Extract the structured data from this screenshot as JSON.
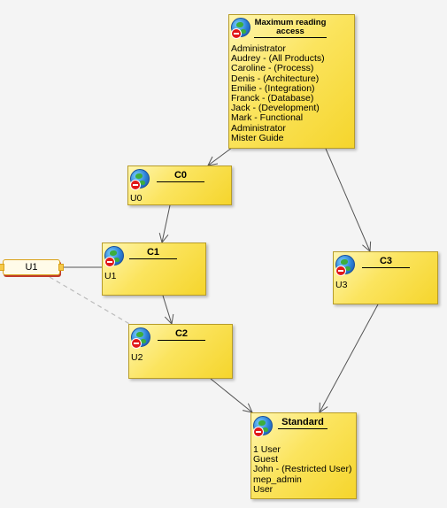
{
  "nodes": {
    "max_access": {
      "title": "Maximum reading access",
      "members": [
        "Administrator",
        "Audrey - (All Products)",
        "Caroline - (Process)",
        "Denis - (Architecture)",
        "Emilie - (Integration)",
        "Franck - (Database)",
        "Jack - (Development)",
        "Mark - Functional Administrator",
        "Mister Guide"
      ]
    },
    "c0": {
      "title": "C0",
      "members": [
        "U0"
      ]
    },
    "c1": {
      "title": "C1",
      "members": [
        "U1"
      ]
    },
    "c2": {
      "title": "C2",
      "members": [
        "U2"
      ]
    },
    "c3": {
      "title": "C3",
      "members": [
        "U3"
      ]
    },
    "standard": {
      "title": "Standard",
      "members": [
        "1 User",
        "Guest",
        "John - (Restricted User)",
        "mep_admin",
        "User"
      ]
    }
  },
  "user_tag": {
    "label": "U1"
  },
  "edges": [
    {
      "from": "max_access",
      "to": "c0",
      "style": "arrow"
    },
    {
      "from": "max_access",
      "to": "c3",
      "style": "arrow"
    },
    {
      "from": "c0",
      "to": "c1",
      "style": "arrow"
    },
    {
      "from": "c1",
      "to": "c2",
      "style": "arrow"
    },
    {
      "from": "c2",
      "to": "standard",
      "style": "arrow"
    },
    {
      "from": "c3",
      "to": "standard",
      "style": "arrow"
    },
    {
      "from": "user_tag",
      "to": "c1",
      "style": "line"
    },
    {
      "from": "user_tag",
      "to": "c2",
      "style": "dashed"
    }
  ],
  "colors": {
    "node_fill": "#f7dc3c",
    "node_border": "#b79c2a",
    "edge": "#555555",
    "dashed_edge": "#bbbbbb",
    "tag_border": "#d9a21a"
  },
  "icons": {
    "node_icon": "globe-icon",
    "node_badge": "no-entry-icon"
  }
}
